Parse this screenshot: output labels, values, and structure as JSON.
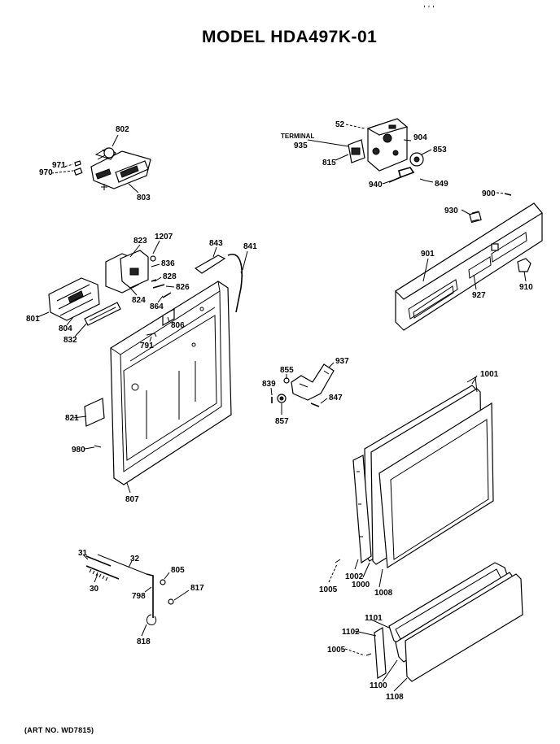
{
  "title": "MODEL HDA497K-01",
  "top_mark": ", , ,",
  "art_number": "(ART NO. WD7815)",
  "labels": {
    "p802": "802",
    "p971": "971",
    "p970": "970",
    "p803": "803",
    "p52": "52",
    "terminal": "TERMINAL",
    "p935": "935",
    "p904": "904",
    "p853": "853",
    "p815": "815",
    "p940": "940",
    "p849": "849",
    "p900": "900",
    "p930": "930",
    "p901": "901",
    "p927": "927",
    "p910": "910",
    "p823": "823",
    "p1207": "1207",
    "p843": "843",
    "p841": "841",
    "p836": "836",
    "p828": "828",
    "p826": "826",
    "p824": "824",
    "p864": "864",
    "p801": "801",
    "p804": "804",
    "p832": "832",
    "p806": "806",
    "p791": "791",
    "p821": "821",
    "p980": "980",
    "p807": "807",
    "p855": "855",
    "p937": "937",
    "p839": "839",
    "p847": "847",
    "p857": "857",
    "p1001": "1001",
    "p1005a": "1005",
    "p1002": "1002",
    "p1000": "1000",
    "p1008": "1008",
    "p31": "31",
    "p32": "32",
    "p30": "30",
    "p798": "798",
    "p805": "805",
    "p817": "817",
    "p818": "818",
    "p1101": "1101",
    "p1102": "1102",
    "p1005b": "1005",
    "p1100": "1100",
    "p1108": "1108"
  }
}
